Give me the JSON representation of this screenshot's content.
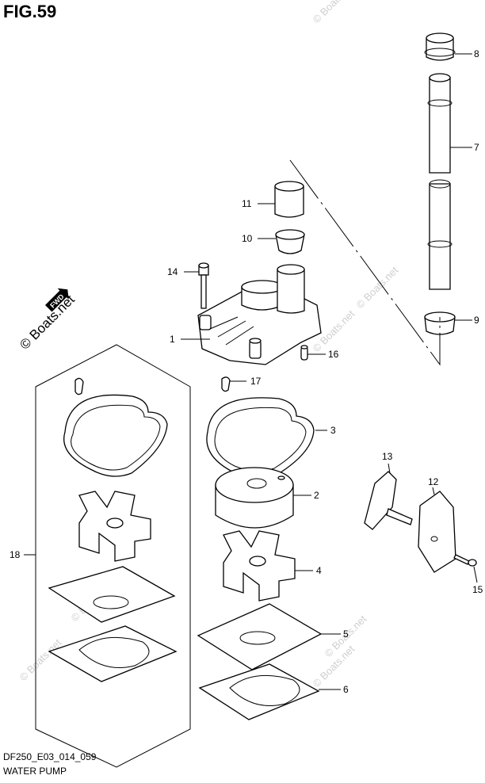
{
  "figure": {
    "title": "FIG.59",
    "code": "DF250_E03_014_059",
    "name": "WATER PUMP"
  },
  "watermark": {
    "logo_text": "© Boats.net",
    "logo_badge": "FWD",
    "text": "© Boats.net"
  },
  "callouts": {
    "c1": "1",
    "c2": "2",
    "c3": "3",
    "c4": "4",
    "c5": "5",
    "c6": "6",
    "c7": "7",
    "c8": "8",
    "c9": "9",
    "c10": "10",
    "c11": "11",
    "c12": "12",
    "c13": "13",
    "c14": "14",
    "c15": "15",
    "c16": "16",
    "c17": "17",
    "c18": "18"
  }
}
